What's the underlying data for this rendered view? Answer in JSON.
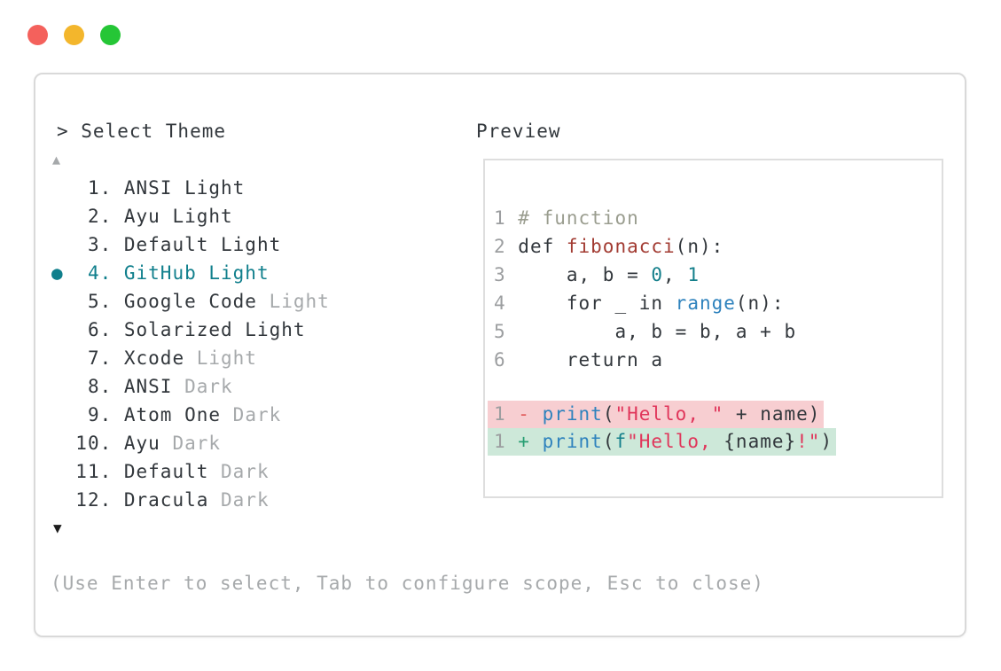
{
  "window": {
    "controls": [
      {
        "name": "close",
        "color": "#f4615c"
      },
      {
        "name": "minimize",
        "color": "#f3b62c"
      },
      {
        "name": "zoom",
        "color": "#25c636"
      }
    ]
  },
  "selector": {
    "prompt": "> Select Theme",
    "scroll_up_symbol": "▲",
    "scroll_down_symbol": "▼",
    "selected_marker": "●",
    "items": [
      {
        "number": "1",
        "label": "ANSI Light",
        "muted": "",
        "selected": false
      },
      {
        "number": "2",
        "label": "Ayu Light",
        "muted": "",
        "selected": false
      },
      {
        "number": "3",
        "label": "Default Light",
        "muted": "",
        "selected": false
      },
      {
        "number": "4",
        "label": "GitHub Light",
        "muted": "",
        "selected": true
      },
      {
        "number": "5",
        "label": "Google Code",
        "muted": "Light",
        "selected": false
      },
      {
        "number": "6",
        "label": "Solarized Light",
        "muted": "",
        "selected": false
      },
      {
        "number": "7",
        "label": "Xcode",
        "muted": "Light",
        "selected": false
      },
      {
        "number": "8",
        "label": "ANSI",
        "muted": "Dark",
        "selected": false
      },
      {
        "number": "9",
        "label": "Atom One",
        "muted": "Dark",
        "selected": false
      },
      {
        "number": "10",
        "label": "Ayu",
        "muted": "Dark",
        "selected": false
      },
      {
        "number": "11",
        "label": "Default",
        "muted": "Dark",
        "selected": false
      },
      {
        "number": "12",
        "label": "Dracula",
        "muted": "Dark",
        "selected": false
      }
    ],
    "hint": "(Use Enter to select, Tab to configure scope, Esc to close)"
  },
  "preview": {
    "title": "Preview",
    "code_lines": [
      {
        "ln": "1",
        "tokens": [
          [
            "comment",
            "# function"
          ]
        ]
      },
      {
        "ln": "2",
        "tokens": [
          [
            "fg",
            "def "
          ],
          [
            "func",
            "fibonacci"
          ],
          [
            "fg",
            "(n):"
          ]
        ]
      },
      {
        "ln": "3",
        "tokens": [
          [
            "fg",
            "    a, b = "
          ],
          [
            "numeric",
            "0"
          ],
          [
            "fg",
            ", "
          ],
          [
            "numeric",
            "1"
          ]
        ]
      },
      {
        "ln": "4",
        "tokens": [
          [
            "fg",
            "    for _ in "
          ],
          [
            "builtin",
            "range"
          ],
          [
            "fg",
            "(n):"
          ]
        ]
      },
      {
        "ln": "5",
        "tokens": [
          [
            "fg",
            "        a, b = b, a + b"
          ]
        ]
      },
      {
        "ln": "6",
        "tokens": [
          [
            "fg",
            "    return a"
          ]
        ]
      }
    ],
    "diff_lines": [
      {
        "ln": "1",
        "kind": "removed",
        "tokens": [
          [
            "minus",
            "- "
          ],
          [
            "builtin",
            "print"
          ],
          [
            "fg",
            "("
          ],
          [
            "string",
            "\"Hello, \""
          ],
          [
            "fg",
            " + name)"
          ]
        ]
      },
      {
        "ln": "1",
        "kind": "added",
        "tokens": [
          [
            "plus",
            "+ "
          ],
          [
            "builtin",
            "print"
          ],
          [
            "fg",
            "("
          ],
          [
            "numeric",
            "f"
          ],
          [
            "string",
            "\"Hello, "
          ],
          [
            "fg",
            "{name}"
          ],
          [
            "string",
            "!\""
          ],
          [
            "fg",
            ")"
          ]
        ]
      }
    ]
  },
  "colors": {
    "selection_teal": "#107f8c",
    "foreground": "#32373c",
    "muted_gray": "#a6a9ab",
    "comment": "#9a9d8f",
    "function_name": "#a23b32",
    "number_literal": "#147f8b",
    "builtin_blue": "#2e82bd",
    "string_red": "#e0355a",
    "diff_minus": "#e15c5c",
    "diff_plus": "#269e72",
    "diff_removed_bg": "#f7ced1",
    "diff_added_bg": "#cde8d9",
    "traffic_red": "#f4615c",
    "traffic_yellow": "#f3b62c",
    "traffic_green": "#25c636"
  }
}
